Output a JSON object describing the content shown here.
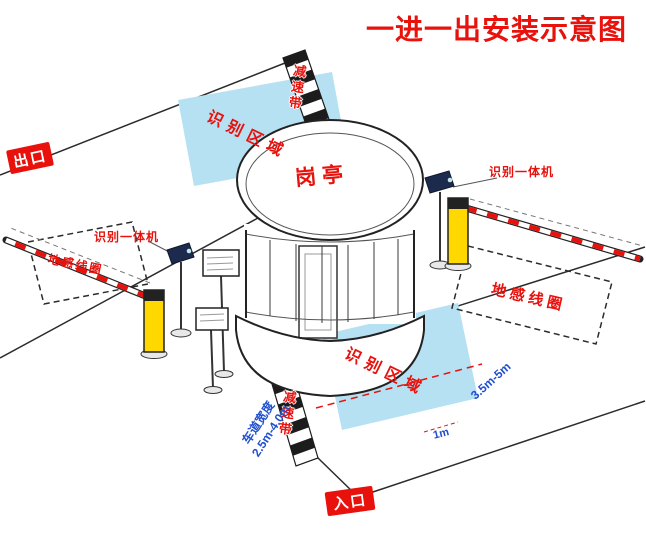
{
  "title": "一进一出安装示意图",
  "badges": {
    "exit": "出口",
    "entrance": "入口"
  },
  "booth": {
    "label": "岗亭"
  },
  "devices": {
    "machine_left": "识别一体机",
    "machine_right": "识别一体机"
  },
  "zones": {
    "area_top": "识别区域",
    "area_bottom": "识别区域",
    "coil_left": "地感线圈",
    "coil_right": "地感线圈",
    "bump_top": "减速带",
    "bump_bottom": "减速带"
  },
  "dimensions": {
    "lane_width_label": "车道宽度",
    "lane_width_value": "2.5m-4.0m",
    "coil_to_area": "3.5m-5m",
    "area_offset": "1m"
  },
  "colors": {
    "accent_red": "#e8110c",
    "zone_blue": "#b5e1f3",
    "post_yellow": "#ffd800",
    "dim_blue": "#2050d0"
  }
}
